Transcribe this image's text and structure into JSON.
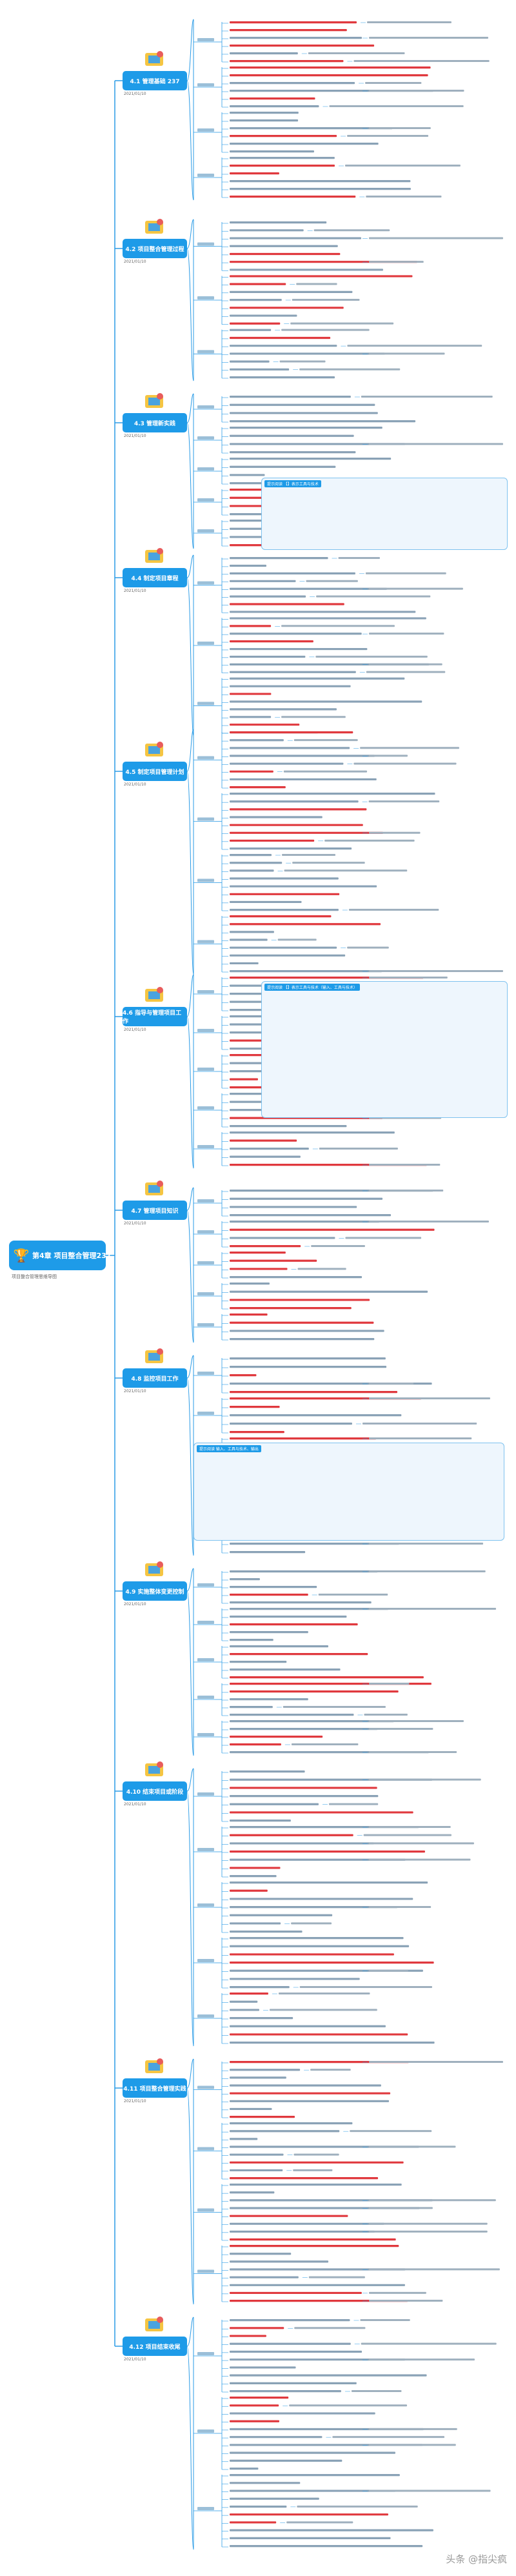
{
  "central": {
    "title": "第4章  项目整合管理237",
    "subtitle": "项目整合管理思维导图"
  },
  "chapters": [
    {
      "label": "4.1  管理基础 237",
      "date": "2021/01/10"
    },
    {
      "label": "4.2  项目整合管理过程",
      "date": "2021/01/10"
    },
    {
      "label": "4.3  管理新实践",
      "date": "2021/01/10"
    },
    {
      "label": "4.4  制定项目章程",
      "date": "2021/01/10"
    },
    {
      "label": "4.5  制定项目管理计划",
      "date": "2021/01/10"
    },
    {
      "label": "4.6  指导与管理项目工作",
      "date": "2021/01/10"
    },
    {
      "label": "4.7  管理项目知识",
      "date": "2021/01/10"
    },
    {
      "label": "4.8  监控项目工作",
      "date": "2021/01/10"
    },
    {
      "label": "4.9  实施整体变更控制",
      "date": "2021/01/10"
    },
    {
      "label": "4.10  结束项目或阶段",
      "date": "2021/01/10"
    },
    {
      "label": "4.11  项目整合管理实践",
      "date": "2021/01/10"
    },
    {
      "label": "4.12  项目结束收尾",
      "date": "2021/01/10"
    }
  ],
  "callouts": [
    {
      "title": "提示阅读  【】表示工具与技术"
    },
    {
      "title": "提示阅读  【】表示工具与技术（输入、工具与技术）"
    },
    {
      "title": "提示阅读  输入、工具与技术、输出"
    }
  ],
  "watermark": "头条 @指尖疯"
}
